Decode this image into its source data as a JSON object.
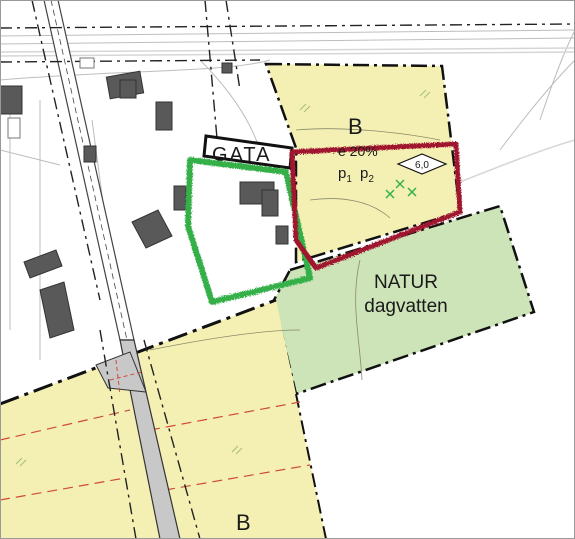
{
  "map": {
    "zones": {
      "b_north": "B",
      "b_south": "B",
      "natur_line1": "NATUR",
      "natur_line2": "dagvatten",
      "gata": "GATA"
    },
    "annotations": {
      "coverage": "e 20%",
      "height_value": "6,0",
      "p1_base": "p",
      "p1_sub": "1",
      "p2_base": "p",
      "p2_sub": "2"
    },
    "colors": {
      "residential_fill": "#f4f0b4",
      "nature_fill": "#cde3b8",
      "highlight_green": "#35b04a",
      "highlight_red": "#a0192e",
      "building_fill": "#595959",
      "road_fill": "#c8c8c8",
      "boundary": "#111111"
    }
  }
}
